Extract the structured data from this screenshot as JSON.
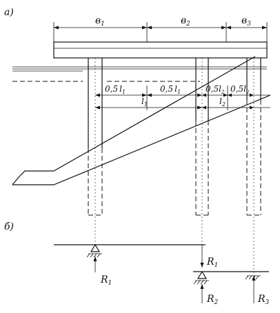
{
  "figure": {
    "part_a": "a)",
    "part_b": "б)",
    "spans": {
      "b1": "в",
      "b1_sub": "1",
      "b2": "в",
      "b2_sub": "2",
      "b3": "в",
      "b3_sub": "3"
    },
    "half_spans": {
      "l1_half_left": "0,5",
      "l1_half_left_sym": "l",
      "l1_half_left_sub": "1",
      "l1_half_right": "0,5",
      "l1_half_right_sym": "l",
      "l1_half_right_sub": "1",
      "l2_half_left": "0,5",
      "l2_half_left_sym": "l",
      "l2_half_left_sub": "2",
      "l2_half_right": "0,5",
      "l2_half_right_sym": "l",
      "l2_half_right_sub": "2"
    },
    "lengths": {
      "l1": "l",
      "l1_sub": "1",
      "l2": "l",
      "l2_sub": "2"
    },
    "reactions": {
      "R1": "R",
      "R1_sub": "1",
      "R1prime": "R",
      "R1prime_sub": "1",
      "R2": "R",
      "R2_sub": "2",
      "R3": "R",
      "R3_sub": "3"
    }
  }
}
